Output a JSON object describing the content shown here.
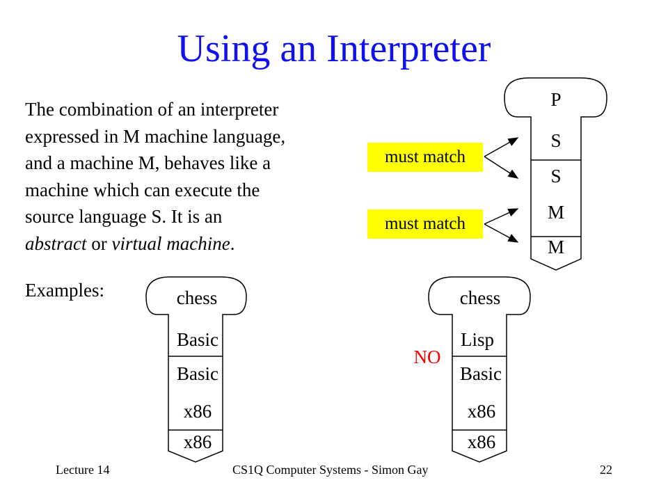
{
  "title": "Using an Interpreter",
  "description": {
    "line1": "The combination of an interpreter",
    "line2": "expressed in M machine language,",
    "line3": "and a machine M, behaves like a",
    "line4": "machine which can execute the",
    "line5": "source language S. It is an",
    "line6_em1": "abstract",
    "line6_mid": " or ",
    "line6_em2": "virtual machine",
    "line6_end": "."
  },
  "must_match_label": "must match",
  "top_diagram": {
    "program": "P",
    "program_lang": "S",
    "interp_source": "S",
    "interp_target": "M",
    "machine": "M"
  },
  "examples_label": "Examples:",
  "example1": {
    "program": "chess",
    "program_lang": "Basic",
    "interp_source": "Basic",
    "interp_target": "x86",
    "machine": "x86"
  },
  "example2": {
    "program": "chess",
    "program_lang": "Lisp",
    "interp_source": "Basic",
    "interp_target": "x86",
    "machine": "x86",
    "mismatch": "NO"
  },
  "footer": {
    "left": "Lecture 14",
    "center": "CS1Q Computer Systems - Simon Gay",
    "right": "22"
  },
  "colors": {
    "title": "#1010ee",
    "highlight": "#ffff00",
    "mismatch": "#ff0000"
  }
}
